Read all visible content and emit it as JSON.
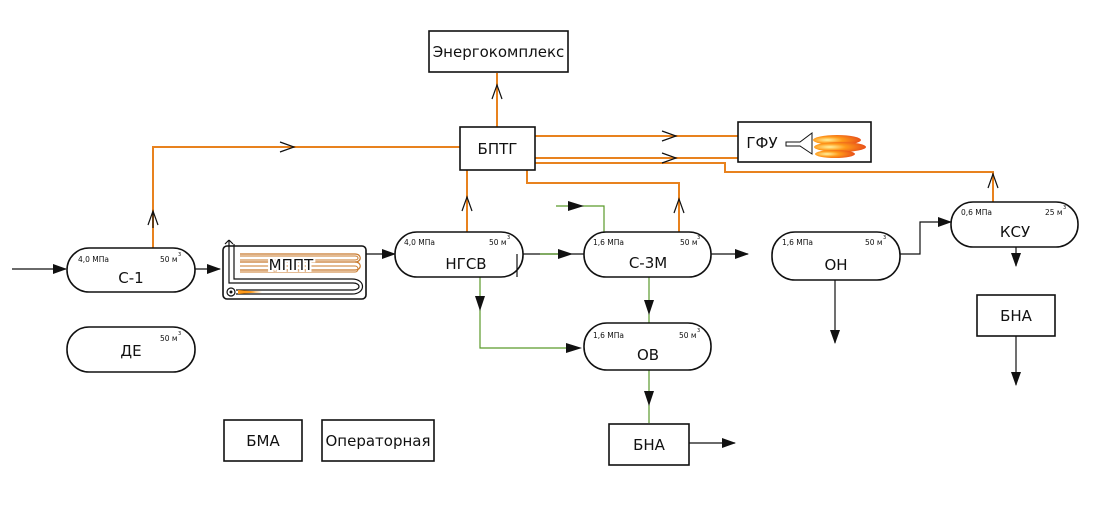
{
  "units": {
    "energy_complex": "Энергокомплекс",
    "bptg": "БПТГ",
    "gfu": "ГФУ",
    "s1": {
      "label": "С-1",
      "pressure": "4,0 МПа",
      "volume": "50 м",
      "sup": "3"
    },
    "de": {
      "label": "ДЕ",
      "volume": "50 м",
      "sup": "3"
    },
    "mppt": "МППТ",
    "ngsv": {
      "label": "НГСВ",
      "pressure": "4,0 МПа",
      "volume": "50 м",
      "sup": "3"
    },
    "s3m": {
      "label": "С-3М",
      "pressure": "1,6 МПа",
      "volume": "50 м",
      "sup": "3"
    },
    "on": {
      "label": "ОН",
      "pressure": "1,6 МПа",
      "volume": "50 м",
      "sup": "3"
    },
    "ksu": {
      "label": "КСУ",
      "pressure": "0,6 МПа",
      "volume": "25 м",
      "sup": "3"
    },
    "ov": {
      "label": "ОВ",
      "pressure": "1,6 МПа",
      "volume": "50 м",
      "sup": "3"
    },
    "bna_right": "БНА",
    "bna_bottom": "БНА",
    "bma": "БМА",
    "operator": "Операторная"
  },
  "colors": {
    "gas_line": "#e8821e",
    "water_line": "#5a9a2a",
    "main_line": "#111111"
  }
}
